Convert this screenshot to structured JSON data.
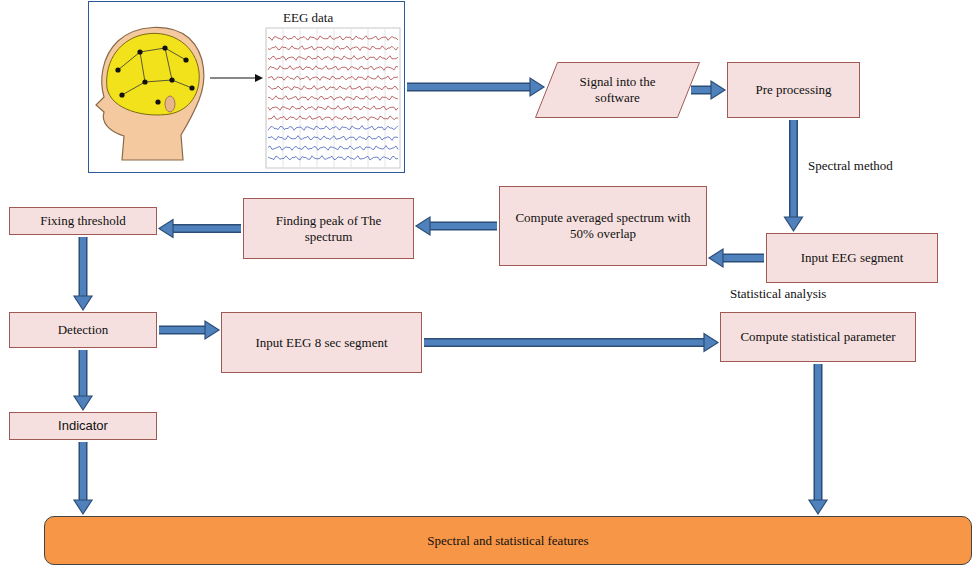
{
  "diagram": {
    "nodes": [
      {
        "text": [
          "EEG data"
        ]
      },
      {
        "text": [
          "Signal into the software"
        ]
      },
      {
        "text": [
          "Pre processing"
        ]
      },
      {
        "text": [
          "Fixing threshold"
        ]
      },
      {
        "text": [
          "Finding peak of The spectrum"
        ]
      },
      {
        "text": [
          "Compute averaged spectrum with 50% overlap"
        ]
      },
      {
        "text": [
          "Input EEG segment"
        ]
      },
      {
        "text": [
          "Detection"
        ]
      },
      {
        "text": [
          "Input EEG 8 sec segment"
        ]
      },
      {
        "text": [
          "Compute statistical parameter"
        ]
      },
      {
        "text": [
          "Indicator"
        ]
      },
      {
        "text": [
          "Spectral and statistical features"
        ]
      }
    ],
    "edges": [
      {
        "from": 0,
        "to": 1,
        "arrow": "to"
      },
      {
        "from": 1,
        "to": 2,
        "arrow": "to"
      },
      {
        "from": 2,
        "to": 6,
        "arrow": "to"
      },
      {
        "from": 6,
        "to": 5,
        "arrow": "to"
      },
      {
        "from": 5,
        "to": 4,
        "arrow": "to"
      },
      {
        "from": 4,
        "to": 3,
        "arrow": "to"
      },
      {
        "from": 3,
        "to": 7,
        "arrow": "to"
      },
      {
        "from": 7,
        "to": 8,
        "arrow": "to"
      },
      {
        "from": 8,
        "to": 9,
        "arrow": "to"
      },
      {
        "from": 7,
        "to": 10,
        "arrow": "to"
      },
      {
        "from": 10,
        "to": 11,
        "arrow": "to"
      },
      {
        "from": 9,
        "to": 11,
        "arrow": "to"
      }
    ],
    "labels": [
      "Spectral method",
      "Statistical analysis"
    ]
  }
}
